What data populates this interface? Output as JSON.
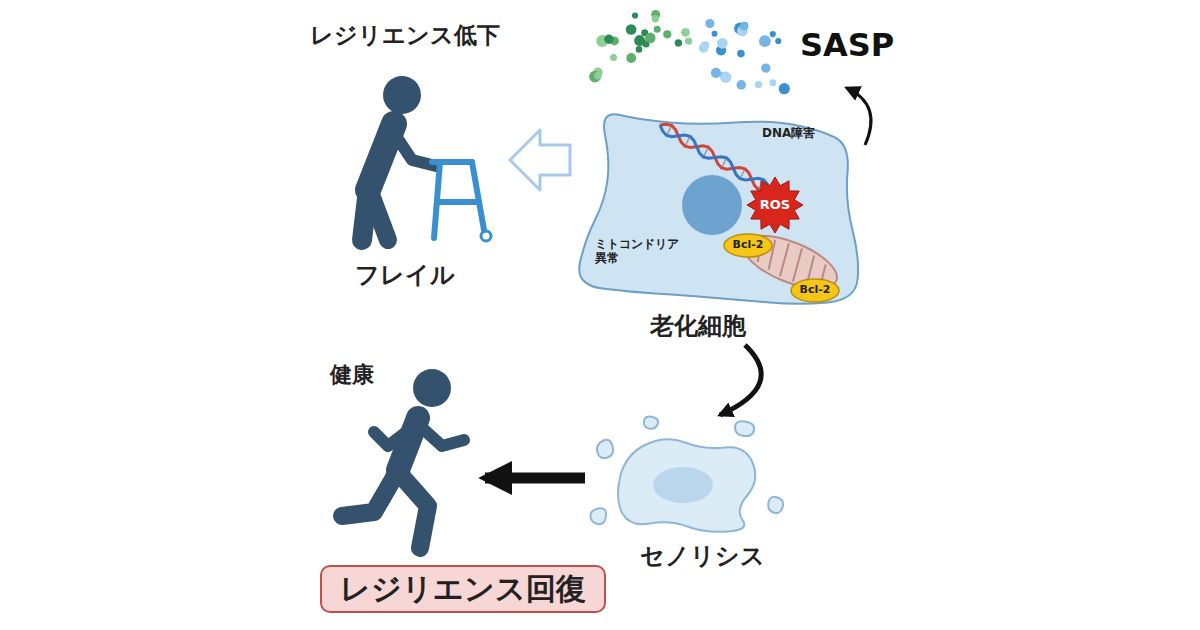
{
  "diagram": {
    "nodes": [
      {
        "text": [
          "レジリエンス低下",
          "フレイル"
        ]
      },
      {
        "text": [
          "SASP"
        ]
      },
      {
        "text": [
          "DNA障害",
          "ミトコンドリア 異常",
          "老化細胞"
        ]
      },
      {
        "text": [
          "ROS"
        ],
        "in": 2
      },
      {
        "text": [
          "Bcl-2"
        ],
        "in": 2
      },
      {
        "text": [
          "Bcl-2"
        ],
        "in": 2
      },
      {
        "text": [
          "セノリシス"
        ]
      },
      {
        "text": [
          "健康"
        ]
      },
      {
        "text": [
          "レジリエンス回復"
        ]
      }
    ],
    "edges": [
      {
        "from": 2,
        "to": 0,
        "arrow": "to"
      },
      {
        "from": 2,
        "to": 1,
        "arrow": "to"
      },
      {
        "from": 2,
        "to": 6,
        "arrow": "to"
      },
      {
        "from": 6,
        "to": 7,
        "arrow": "to"
      }
    ]
  }
}
